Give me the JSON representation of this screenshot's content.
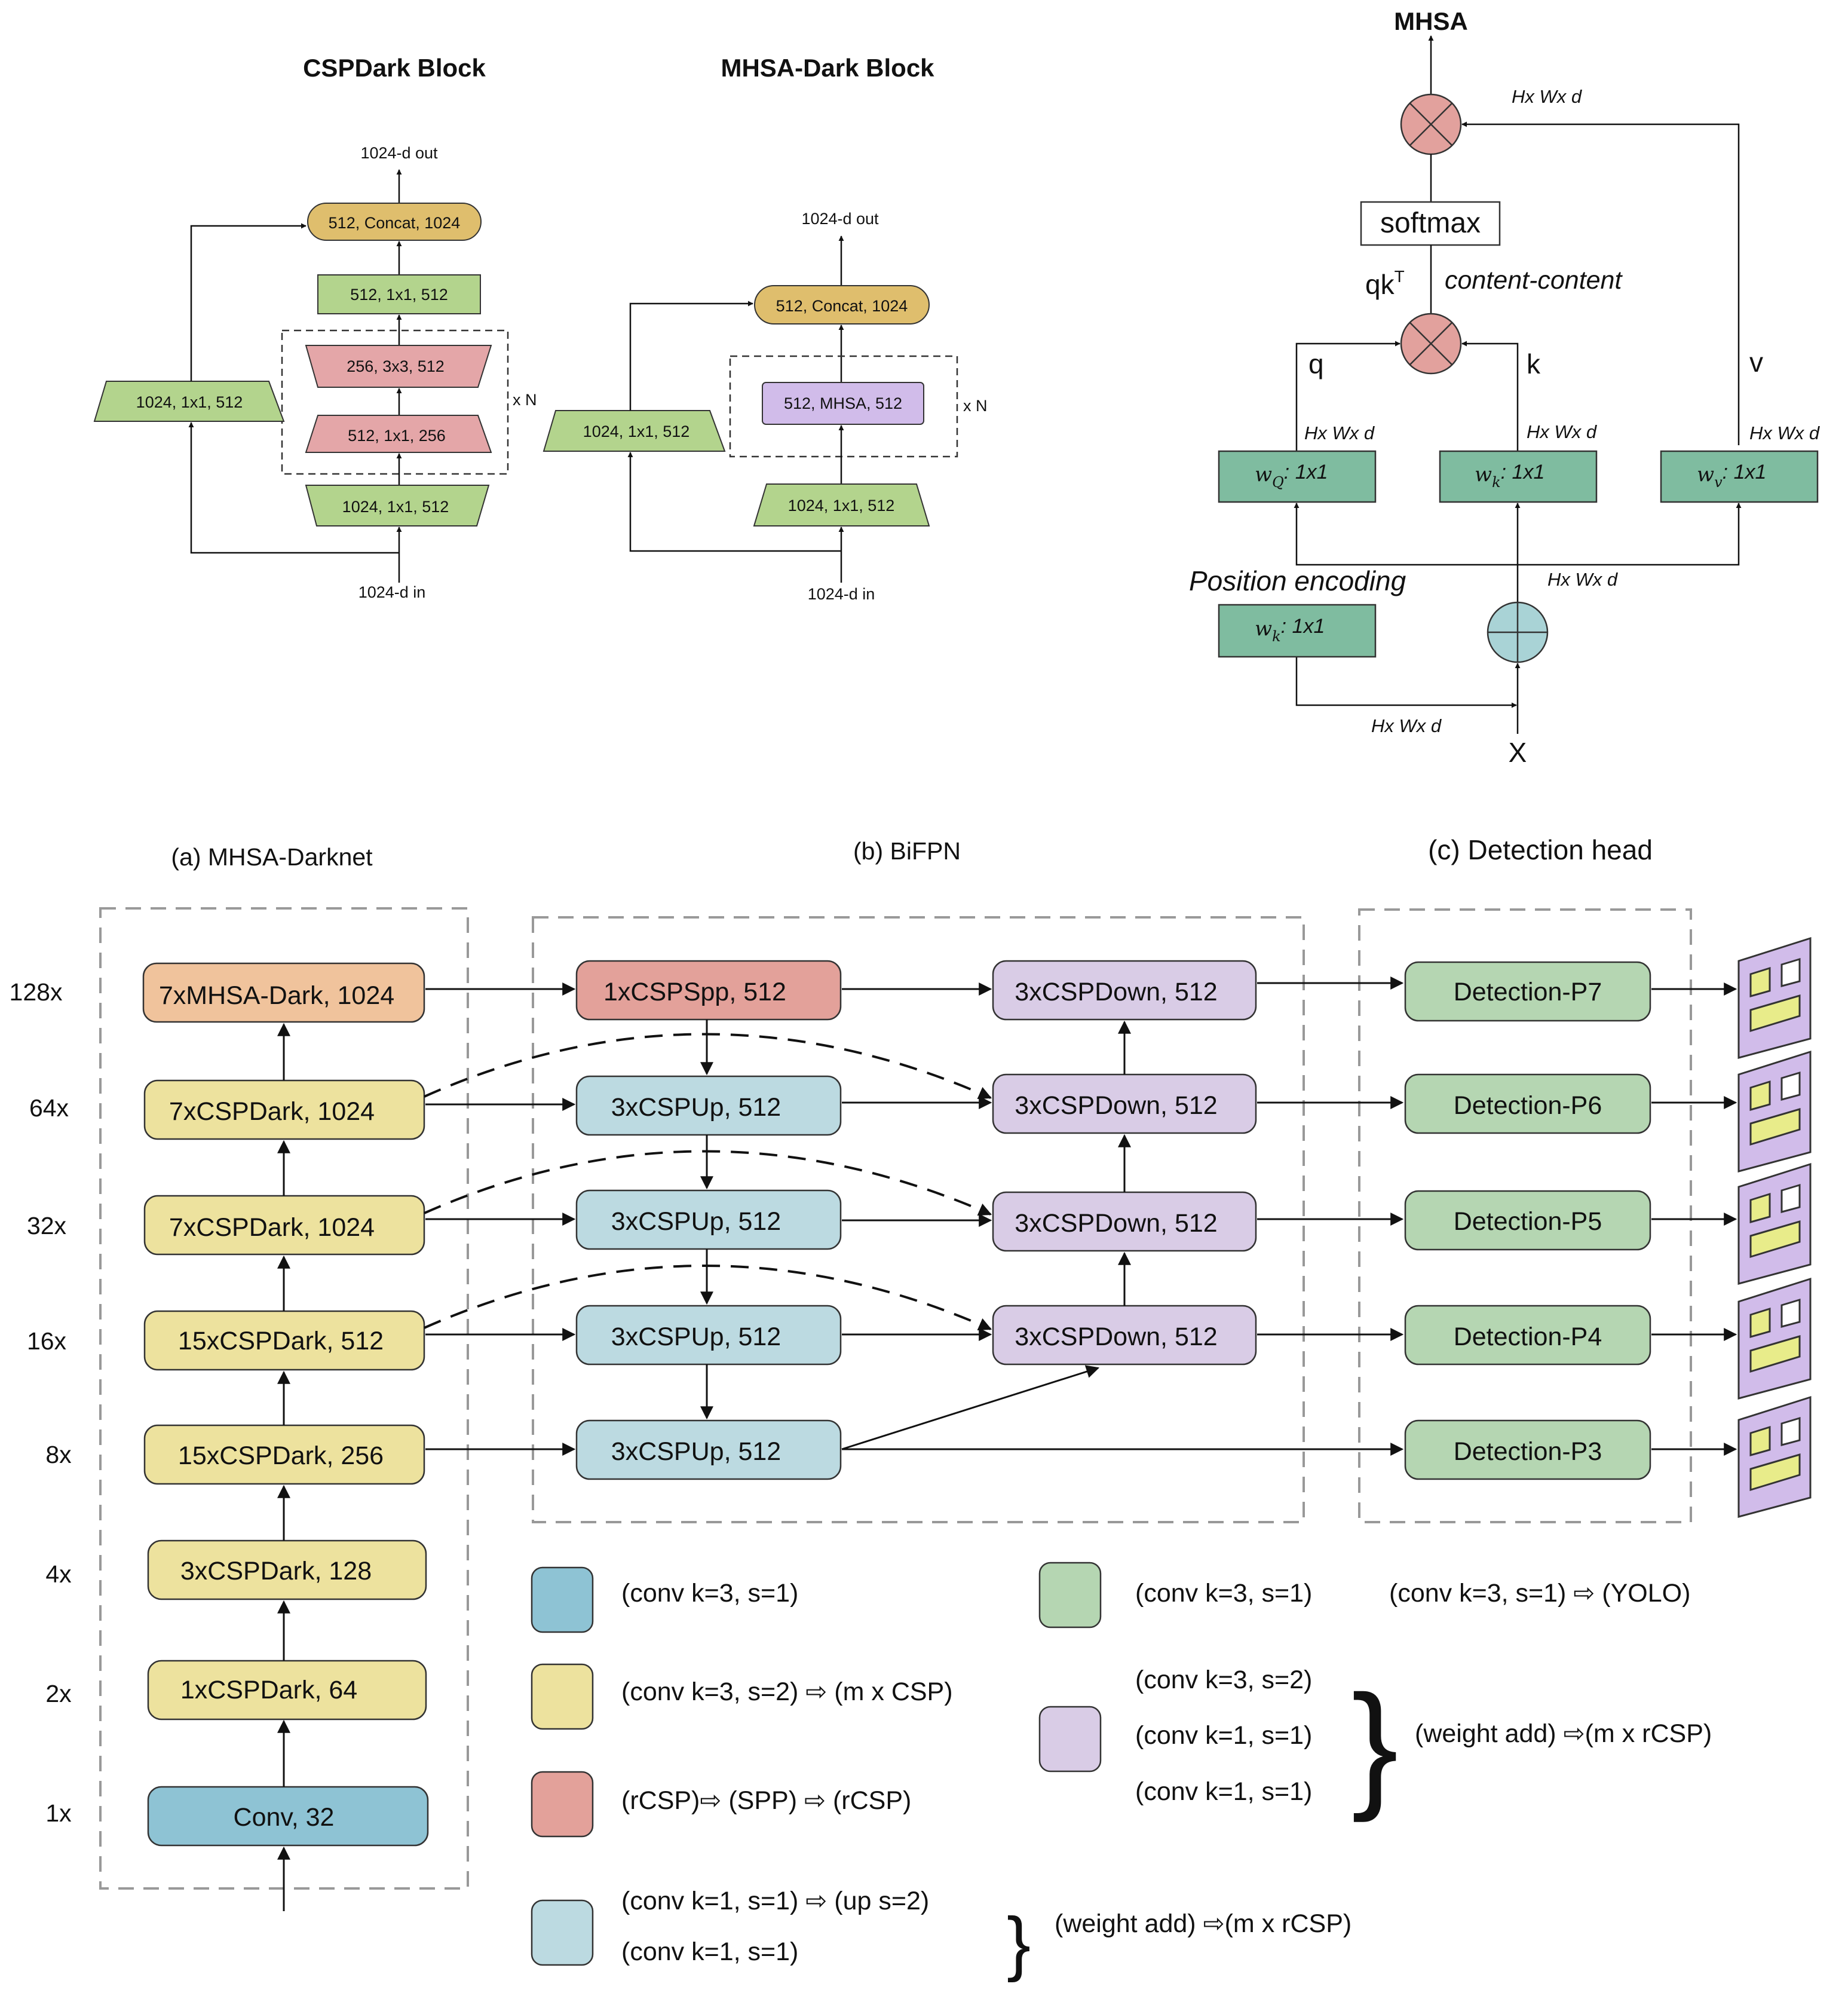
{
  "csp_dark_block": {
    "title": "CSPDark Block",
    "out_label": "1024-d out",
    "in_label": "1024-d in",
    "concat": "512, Concat, 1024",
    "conv_top": "512, 1x1, 512",
    "rep_3x3": "256, 3x3, 512",
    "rep_1x1": "512, 1x1, 256",
    "conv_bottom": "1024, 1x1, 512",
    "shortcut": "1024, 1x1, 512",
    "repeat_label": "x N"
  },
  "mhsa_dark_block": {
    "title": "MHSA-Dark Block",
    "out_label": "1024-d out",
    "in_label": "1024-d in",
    "concat": "512, Concat, 1024",
    "mhsa": "512, MHSA, 512",
    "conv_bottom": "1024, 1x1, 512",
    "shortcut": "1024, 1x1, 512",
    "repeat_label": "x N"
  },
  "mhsa": {
    "title": "MHSA",
    "softmax": "softmax",
    "qk": "qk",
    "qk_sup": "T",
    "content_label": "content-content",
    "q_label": "q",
    "k_label": "k",
    "v_label": "v",
    "dim_label": "Hx Wx d",
    "wq": "w",
    "wq_sub": "Q",
    "wk": "w",
    "wk_sub": "k",
    "wv": "w",
    "wv_sub": "v",
    "conv_suffix": ": 1x1",
    "position_encoding": "Position encoding",
    "input_label": "X"
  },
  "sections": {
    "backbone": "(a) MHSA-Darknet",
    "neck": "(b) BiFPN",
    "head": "(c) Detection head"
  },
  "scales": [
    "128x",
    "64x",
    "32x",
    "16x",
    "8x",
    "4x",
    "2x",
    "1x"
  ],
  "backbone_blocks": [
    "7xMHSA-Dark, 1024",
    "7xCSPDark, 1024",
    "7xCSPDark, 1024",
    "15xCSPDark, 512",
    "15xCSPDark, 256",
    "3xCSPDark, 128",
    "1xCSPDark, 64",
    "Conv, 32"
  ],
  "bifpn_up": [
    "1xCSPSpp, 512",
    "3xCSPUp, 512",
    "3xCSPUp, 512",
    "3xCSPUp, 512",
    "3xCSPUp, 512"
  ],
  "bifpn_down": [
    "3xCSPDown, 512",
    "3xCSPDown, 512",
    "3xCSPDown, 512",
    "3xCSPDown, 512"
  ],
  "detection": [
    "Detection-P7",
    "Detection-P6",
    "Detection-P5",
    "Detection-P4",
    "Detection-P3"
  ],
  "legend": {
    "blue": "(conv k=3, s=1)",
    "yellow": "(conv k=3, s=2) ⇨  (m x CSP)",
    "red": "(rCSP)⇨ (SPP)  ⇨  (rCSP)",
    "lightblue_1": "(conv k=1, s=1) ⇨  (up s=2)",
    "lightblue_2": "(conv k=1, s=1)",
    "lightblue_result": "(weight add)  ⇨(m x rCSP)",
    "green_1": "(conv k=3, s=1)",
    "green_2": "(conv k=3, s=1)  ⇨  (YOLO)",
    "purple_1": "(conv k=3, s=2)",
    "purple_2": "(conv k=1, s=1)",
    "purple_3": "(conv k=1, s=1)",
    "purple_result": "(weight add)  ⇨(m x rCSP)"
  },
  "colors": {
    "conv_blue": "#8ec3d4",
    "csp_yellow": "#ede29e",
    "spp_red": "#e3a19a",
    "mhsa_orange": "#f0c39c",
    "up_lightblue": "#bcdae1",
    "down_purple": "#d9cce6",
    "det_green": "#b5d6b2",
    "block_green": "#b3d48d",
    "block_pink": "#e4a6a8",
    "block_tan": "#dfbe6d",
    "block_lavender": "#d1bcea",
    "mhsa_teal": "#7fbca0",
    "circle_pink": "#e2a19d",
    "circle_teal": "#a9d3d6"
  }
}
